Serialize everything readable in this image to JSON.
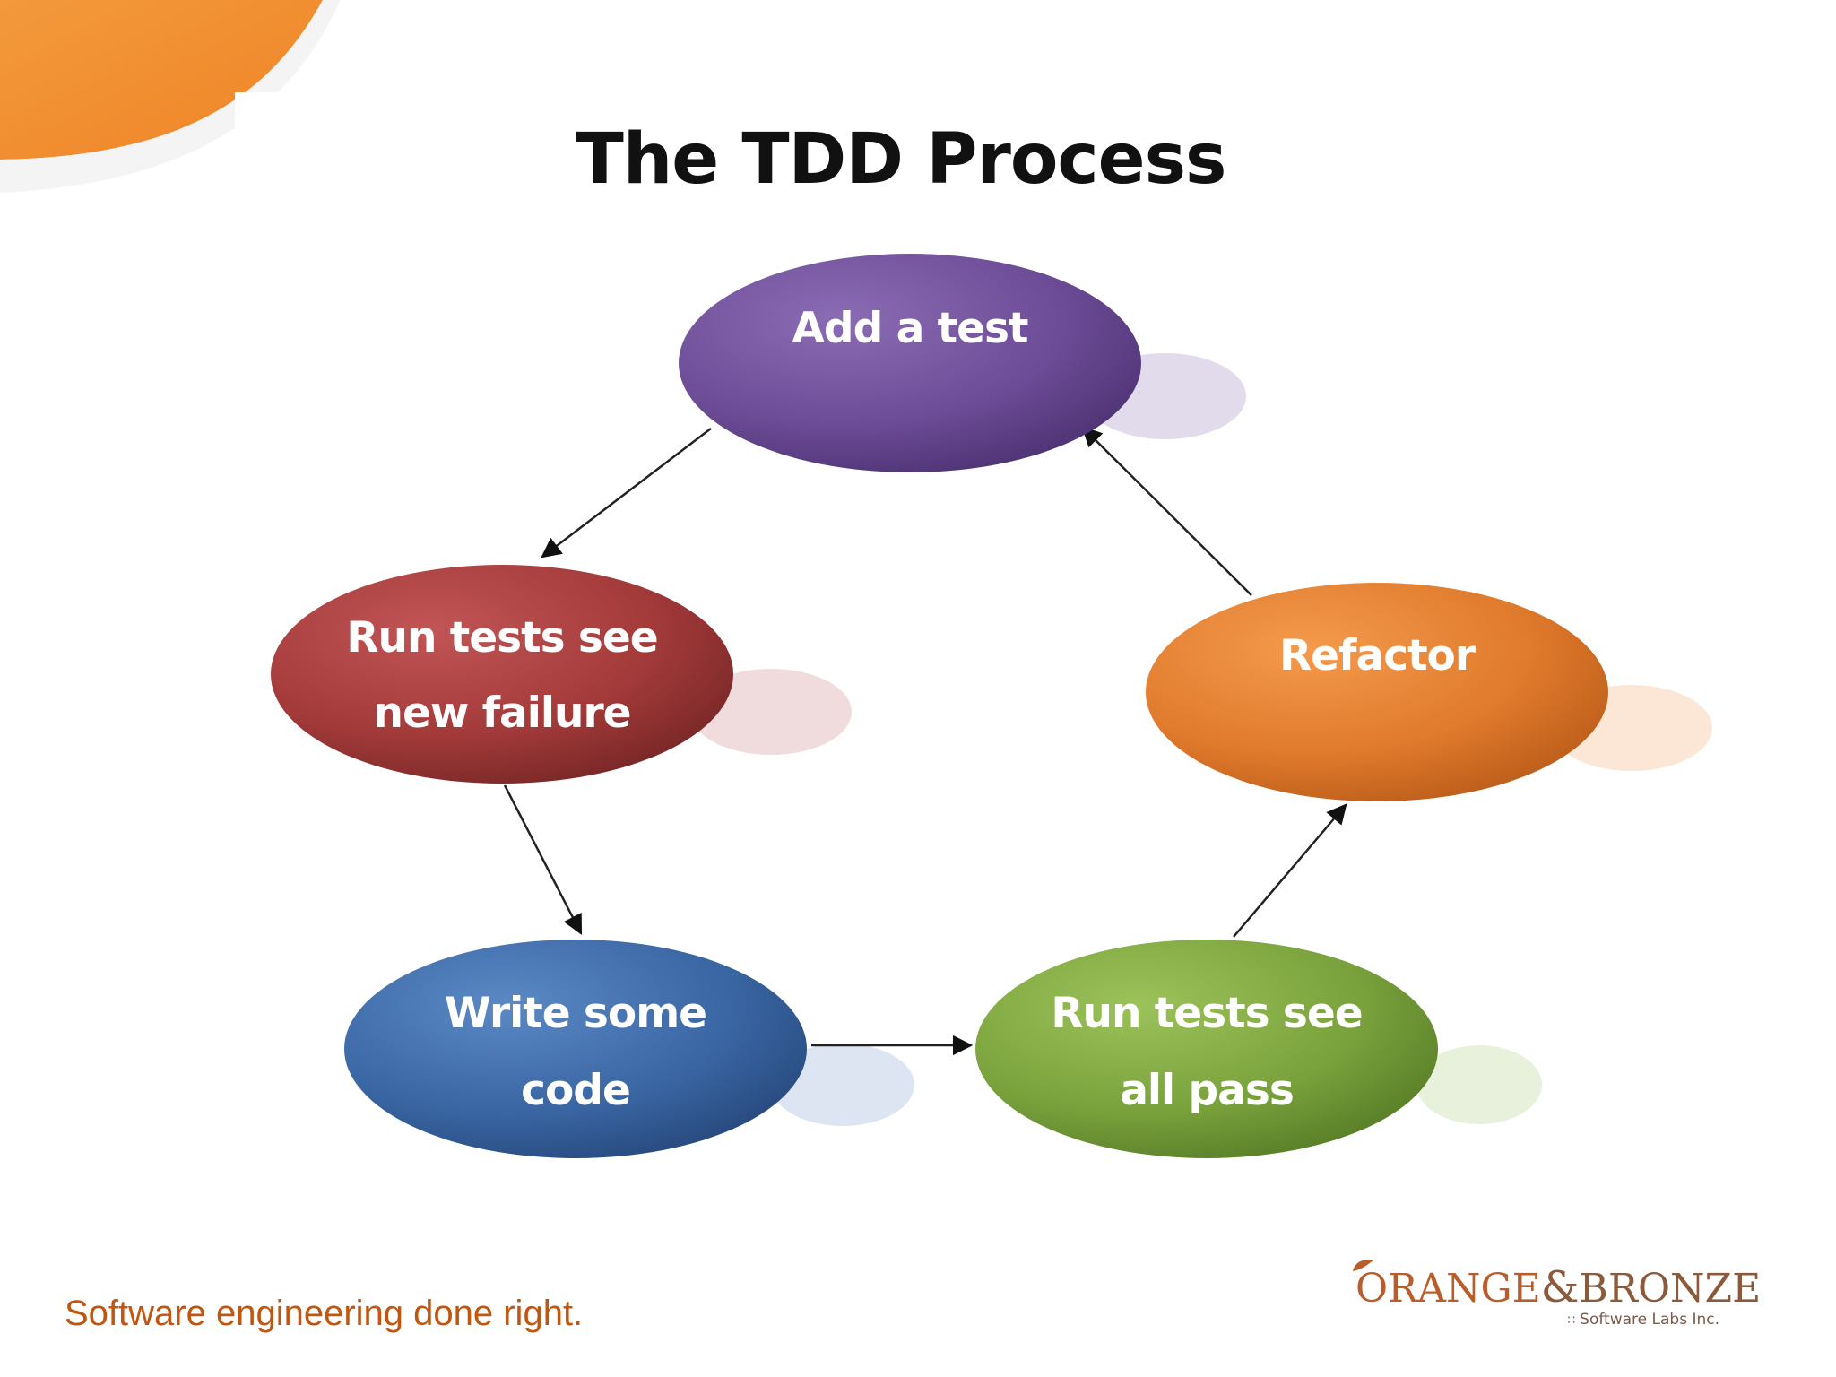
{
  "slide": {
    "title": "The TDD Process",
    "tagline": "Software engineering done right."
  },
  "diagram": {
    "nodes": [
      {
        "id": "add-test",
        "lines": [
          "Add a test"
        ],
        "color": "#6f4f98"
      },
      {
        "id": "run-fail",
        "lines": [
          "Run tests see",
          "new failure"
        ],
        "color": "#a83a3a"
      },
      {
        "id": "write-code",
        "lines": [
          "Write some",
          "code"
        ],
        "color": "#3a68a8"
      },
      {
        "id": "run-pass",
        "lines": [
          "Run tests see",
          "all pass"
        ],
        "color": "#78a23a"
      },
      {
        "id": "refactor",
        "lines": [
          "Refactor"
        ],
        "color": "#e0792a"
      }
    ]
  },
  "logo": {
    "name_part1": "ORANGE",
    "ampersand": "&",
    "name_part2": "BRONZE",
    "subtitle": "Software Labs Inc."
  },
  "colors": {
    "brand_orange": "#f0892a",
    "tagline": "#c0560f"
  }
}
